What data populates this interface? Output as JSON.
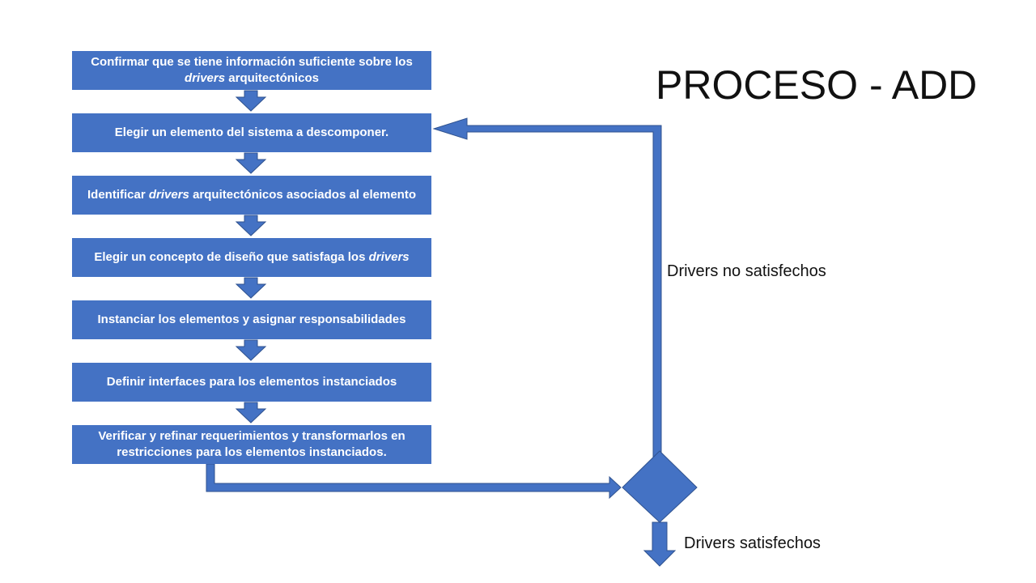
{
  "title": "PROCESO - ADD",
  "steps": [
    {
      "parts": [
        {
          "t": "Confirmar que se tiene información suficiente sobre"
        },
        {
          "t": " los "
        },
        {
          "t": "drivers",
          "i": true
        },
        {
          "t": " arquitectónicos"
        }
      ]
    },
    {
      "parts": [
        {
          "t": "Elegir un elemento del sistema a descomponer."
        }
      ]
    },
    {
      "parts": [
        {
          "t": "Identificar "
        },
        {
          "t": "drivers",
          "i": true
        },
        {
          "t": " arquitectónicos asociados al elemento"
        }
      ]
    },
    {
      "parts": [
        {
          "t": "Elegir un concepto de diseño que satisfaga los "
        },
        {
          "t": "drivers",
          "i": true
        }
      ]
    },
    {
      "parts": [
        {
          "t": "Instanciar los elementos y asignar responsabilidades"
        }
      ]
    },
    {
      "parts": [
        {
          "t": "Definir interfaces para los elementos instanciados"
        }
      ]
    },
    {
      "parts": [
        {
          "t": "Verificar y refinar requerimientos y transformarlos en restricciones para los elementos instanciados."
        }
      ]
    }
  ],
  "loop_label": "Drivers no satisfechos",
  "exit_label": "Drivers satisfechos",
  "colors": {
    "shape": "#4472C4",
    "shape_dark": "#2F528F",
    "text_on_shape": "#FFFFFF"
  }
}
